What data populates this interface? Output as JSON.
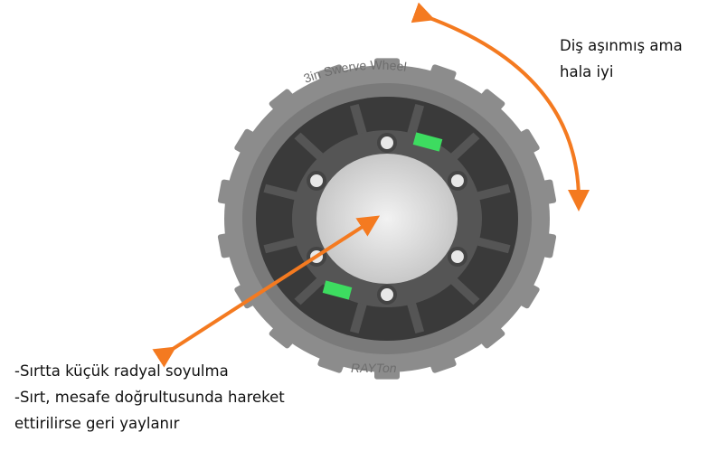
{
  "annotations": {
    "right": [
      "Diş aşınmış ama",
      "hala iyi"
    ],
    "left": [
      "-Sırtta küçük radyal soyulma",
      "-Sırt, mesafe doğrultusunda hareket",
      "ettirilirse geri yaylanır"
    ]
  },
  "wheel_markings": {
    "top": "3in Swerve Wheel",
    "bottom": "RAYTon"
  },
  "colors": {
    "arrow": "#f47a20",
    "tread": "#8c8c8c",
    "inner": "#3a3a3a",
    "label": "#3ddc60"
  }
}
